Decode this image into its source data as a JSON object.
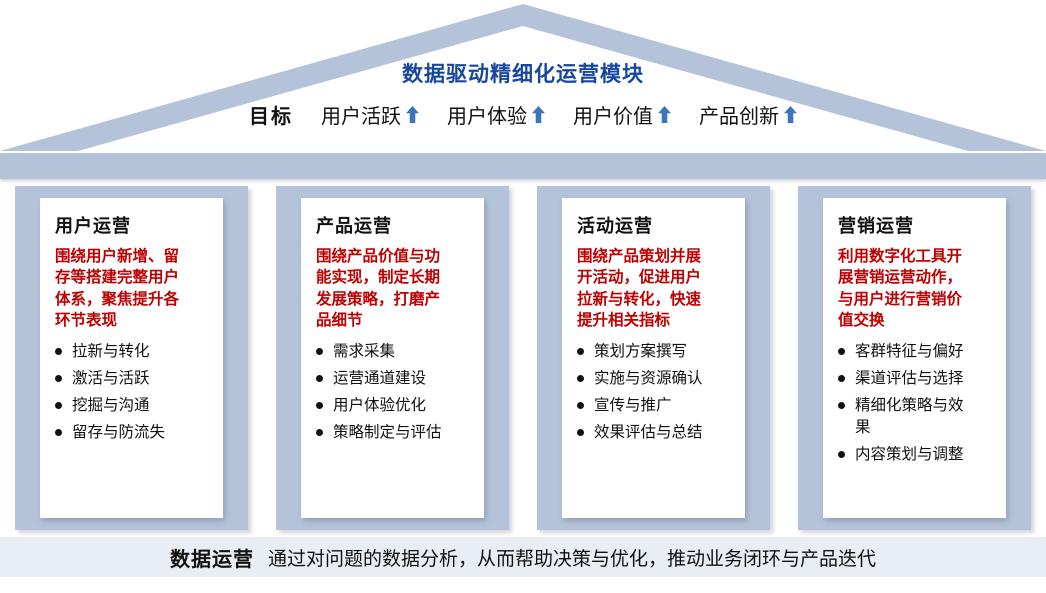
{
  "header": {
    "title": "数据驱动精细化运营模块",
    "goal_label": "目标",
    "goals": [
      "用户活跃",
      "用户体验",
      "用户价值",
      "产品创新"
    ]
  },
  "pillars": [
    {
      "title": "用户运营",
      "description": "围绕用户新增、留存等搭建完整用户体系，聚焦提升各环节表现",
      "items": [
        "拉新与转化",
        "激活与活跃",
        "挖掘与沟通",
        "留存与防流失"
      ]
    },
    {
      "title": "产品运营",
      "description": "围绕产品价值与功能实现，制定长期发展策略，打磨产品细节",
      "items": [
        "需求采集",
        "运营通道建设",
        "用户体验优化",
        "策略制定与评估"
      ]
    },
    {
      "title": "活动运营",
      "description": "围绕产品策划并展开活动，促进用户拉新与转化，快速提升相关指标",
      "items": [
        "策划方案撰写",
        "实施与资源确认",
        "宣传与推广",
        "效果评估与总结"
      ]
    },
    {
      "title": "营销运营",
      "description": "利用数字化工具开展营销运营动作，与用户进行营销价值交换",
      "items": [
        "客群特征与偏好",
        "渠道评估与选择",
        "精细化策略与效果",
        "内容策划与调整"
      ]
    }
  ],
  "footer": {
    "label": "数据运营",
    "text": "通过对问题的数据分析，从而帮助决策与优化，推动业务闭环与产品迭代"
  },
  "colors": {
    "accent_blue": "#b4c3d9",
    "title_blue": "#17479e",
    "red": "#c00000",
    "arrow_blue": "#3b76bd",
    "footer_bg": "#e9edf4"
  }
}
